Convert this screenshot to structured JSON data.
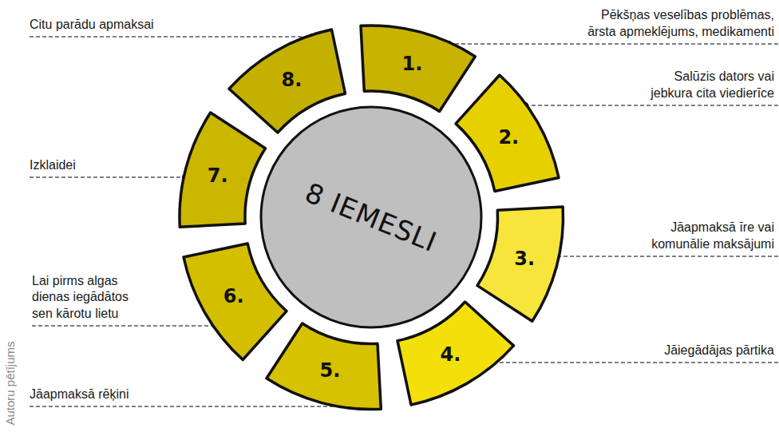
{
  "diagram": {
    "nodes": [
      {
        "text": [
          "8 IEMESLI"
        ]
      },
      {
        "text": [
          "1."
        ]
      },
      {
        "text": [
          "2."
        ]
      },
      {
        "text": [
          "3."
        ]
      },
      {
        "text": [
          "4."
        ]
      },
      {
        "text": [
          "5."
        ]
      },
      {
        "text": [
          "6."
        ]
      },
      {
        "text": [
          "7."
        ]
      },
      {
        "text": [
          "8."
        ]
      }
    ],
    "labels": [
      "Pēkšņas veselības problēmas, ārsta apmeklējums, medikamenti",
      "Salūzis dators vai jebkura cita viedierīce",
      "Jāapmaksā īre vai komunālie maksājumi",
      "Jāiegādājas pārtika",
      "Jāapmaksā rēķini",
      "Lai pirms algas dienas iegādātos sen kārotu lietu",
      "Izklaidei",
      "Citu parādu apmaksai",
      "Autoru pētījums"
    ]
  }
}
